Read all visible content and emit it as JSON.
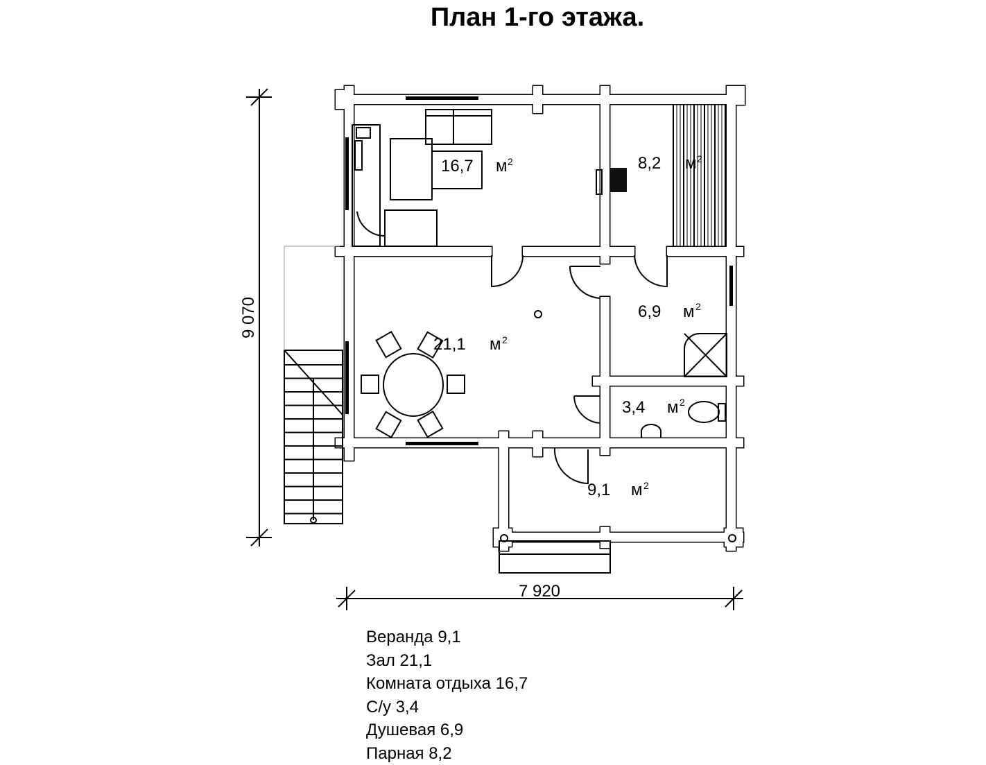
{
  "title": "План 1-го этажа.",
  "area_unit": "м",
  "area_unit_exp": "2",
  "rooms": [
    {
      "name": "Комната отдыха",
      "area": "16,7"
    },
    {
      "name": "Парная",
      "area": "8,2"
    },
    {
      "name": "Душевая",
      "area": "6,9"
    },
    {
      "name": "Зал",
      "area": "21,1"
    },
    {
      "name": "С/у",
      "area": "3,4"
    },
    {
      "name": "Веранда",
      "area": "9,1"
    }
  ],
  "dimensions": {
    "height": "9 070",
    "width": "7 920"
  },
  "legend": [
    "Веранда 9,1",
    "Зал 21,1",
    "Комната отдыха  16,7",
    "С/у 3,4",
    "Душевая 6,9",
    "Парная 8,2"
  ]
}
